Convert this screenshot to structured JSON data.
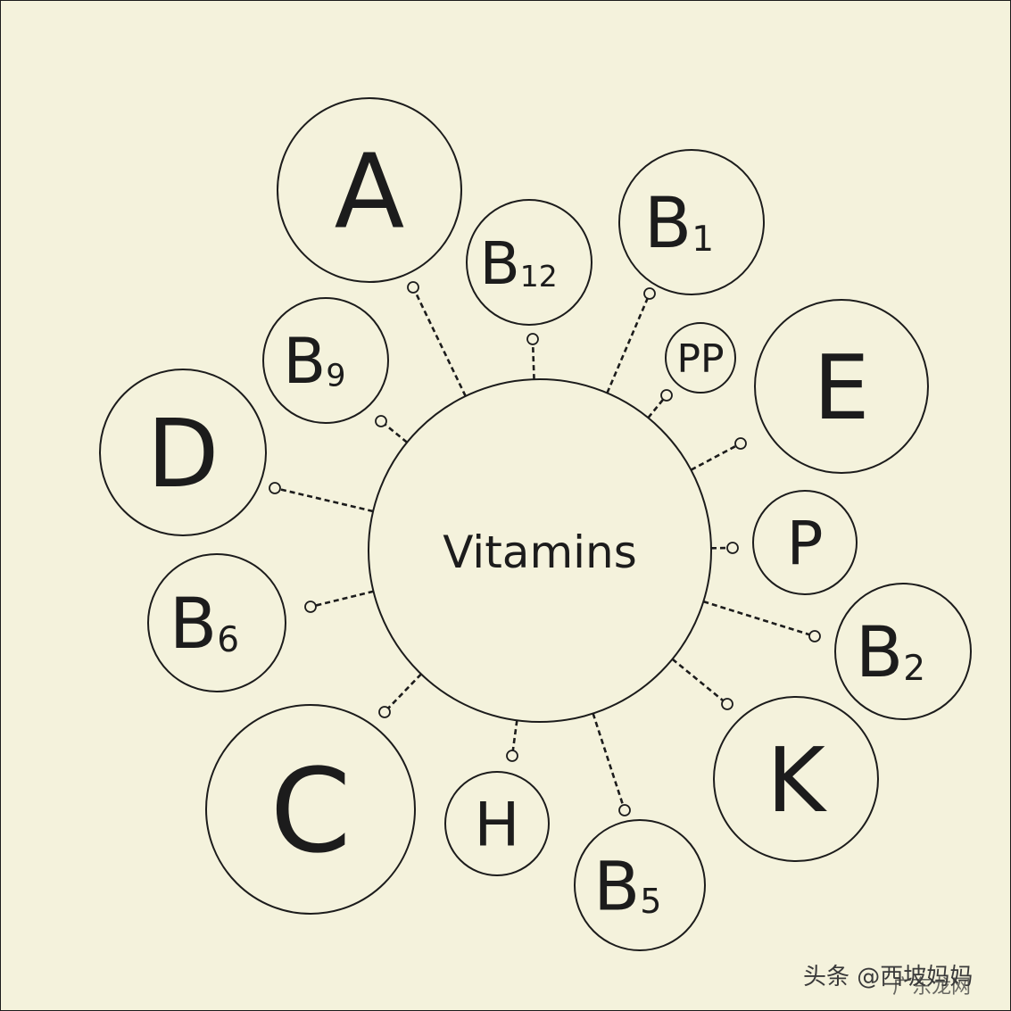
{
  "center": {
    "label": "Vitamins"
  },
  "vitamins": [
    {
      "id": "A",
      "letter": "A",
      "sub": ""
    },
    {
      "id": "B12",
      "letter": "B",
      "sub": "12"
    },
    {
      "id": "B1",
      "letter": "B",
      "sub": "1"
    },
    {
      "id": "PP",
      "letter": "PP",
      "sub": ""
    },
    {
      "id": "E",
      "letter": "E",
      "sub": ""
    },
    {
      "id": "P",
      "letter": "P",
      "sub": ""
    },
    {
      "id": "B2",
      "letter": "B",
      "sub": "2"
    },
    {
      "id": "K",
      "letter": "K",
      "sub": ""
    },
    {
      "id": "B5",
      "letter": "B",
      "sub": "5"
    },
    {
      "id": "H",
      "letter": "H",
      "sub": ""
    },
    {
      "id": "C",
      "letter": "C",
      "sub": ""
    },
    {
      "id": "B6",
      "letter": "B",
      "sub": "6"
    },
    {
      "id": "D",
      "letter": "D",
      "sub": ""
    },
    {
      "id": "B9",
      "letter": "B",
      "sub": "9"
    }
  ],
  "watermark": {
    "line1": "头条 @西坡妈妈",
    "line2": "广东龙网"
  },
  "colors": {
    "background": "#f4f2dc",
    "stroke": "#1c1c1c"
  }
}
